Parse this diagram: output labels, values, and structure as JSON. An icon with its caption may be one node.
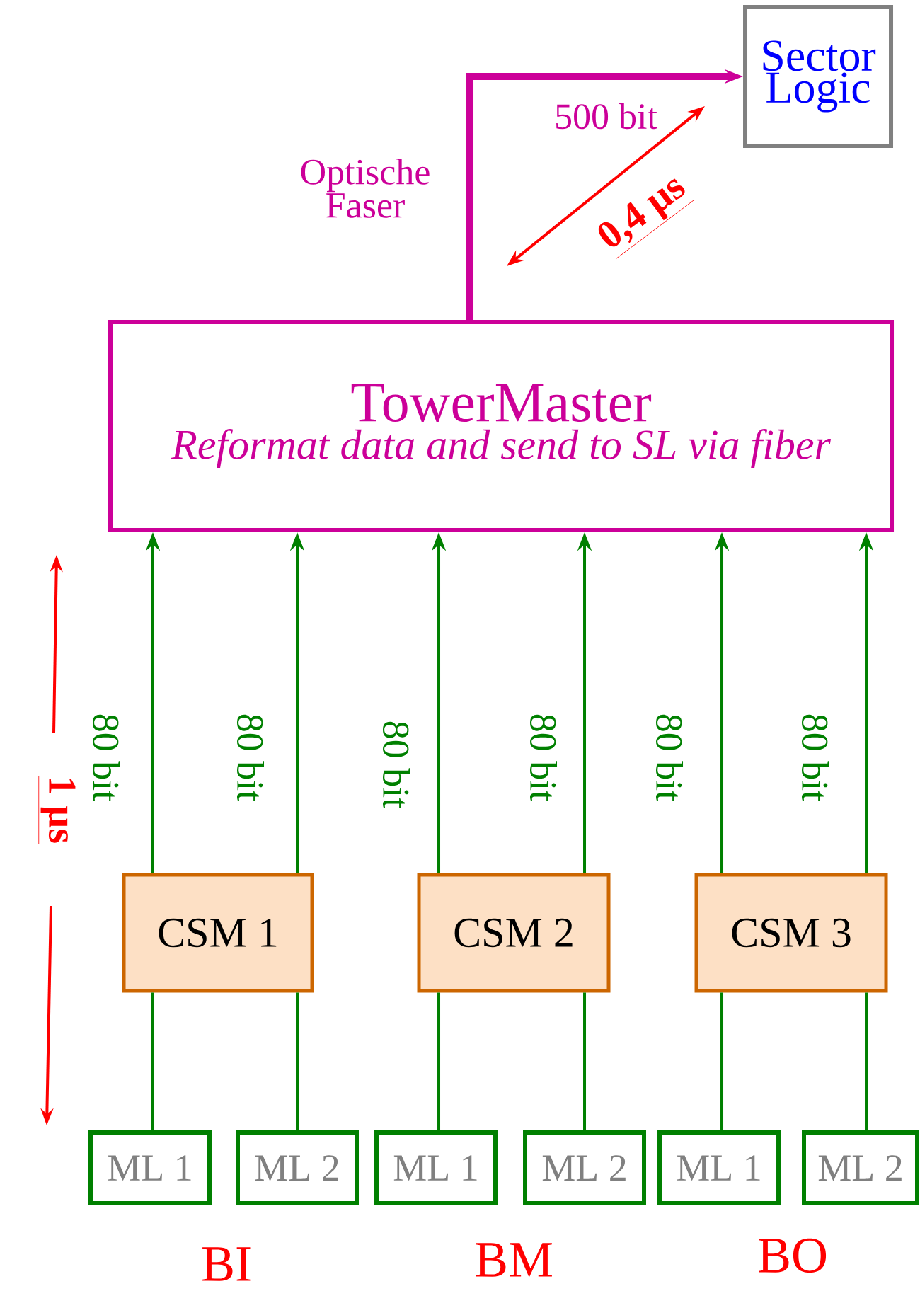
{
  "diagram": {
    "nodes": [
      {
        "text": [
          "Sector Logic"
        ]
      },
      {
        "text": [
          "TowerMaster",
          "Reformat data and send to SL via fiber"
        ]
      },
      {
        "text": [
          "CSM 1"
        ]
      },
      {
        "text": [
          "CSM 2"
        ]
      },
      {
        "text": [
          "CSM 3"
        ]
      },
      {
        "text": [
          "ML 1"
        ]
      },
      {
        "text": [
          "ML 2"
        ]
      },
      {
        "text": [
          "ML 1"
        ]
      },
      {
        "text": [
          "ML 2"
        ]
      },
      {
        "text": [
          "ML 1"
        ]
      },
      {
        "text": [
          "ML 2"
        ]
      }
    ],
    "edges": [
      {
        "from": 1,
        "to": 0,
        "arrow": "to",
        "style": "thick",
        "color": "#cc0099"
      },
      {
        "from": 2,
        "to": 1,
        "arrow": "to",
        "label": "80 bit"
      },
      {
        "from": 2,
        "to": 1,
        "arrow": "to",
        "label": "80 bit"
      },
      {
        "from": 3,
        "to": 1,
        "arrow": "to",
        "label": "80 bit"
      },
      {
        "from": 3,
        "to": 1,
        "arrow": "to",
        "label": "80 bit"
      },
      {
        "from": 4,
        "to": 1,
        "arrow": "to",
        "label": "80 bit"
      },
      {
        "from": 4,
        "to": 1,
        "arrow": "to",
        "label": "80 bit"
      },
      {
        "from": 5,
        "to": 2,
        "arrow": "none"
      },
      {
        "from": 6,
        "to": 2,
        "arrow": "none"
      },
      {
        "from": 7,
        "to": 3,
        "arrow": "none"
      },
      {
        "from": 8,
        "to": 3,
        "arrow": "none"
      },
      {
        "from": 9,
        "to": 4,
        "arrow": "none"
      },
      {
        "from": 10,
        "to": 4,
        "arrow": "none"
      }
    ],
    "labels": [
      "Optische Faser",
      "500 bit",
      "0,4 µs",
      "1 µs",
      "BI",
      "BM",
      "BO"
    ]
  }
}
